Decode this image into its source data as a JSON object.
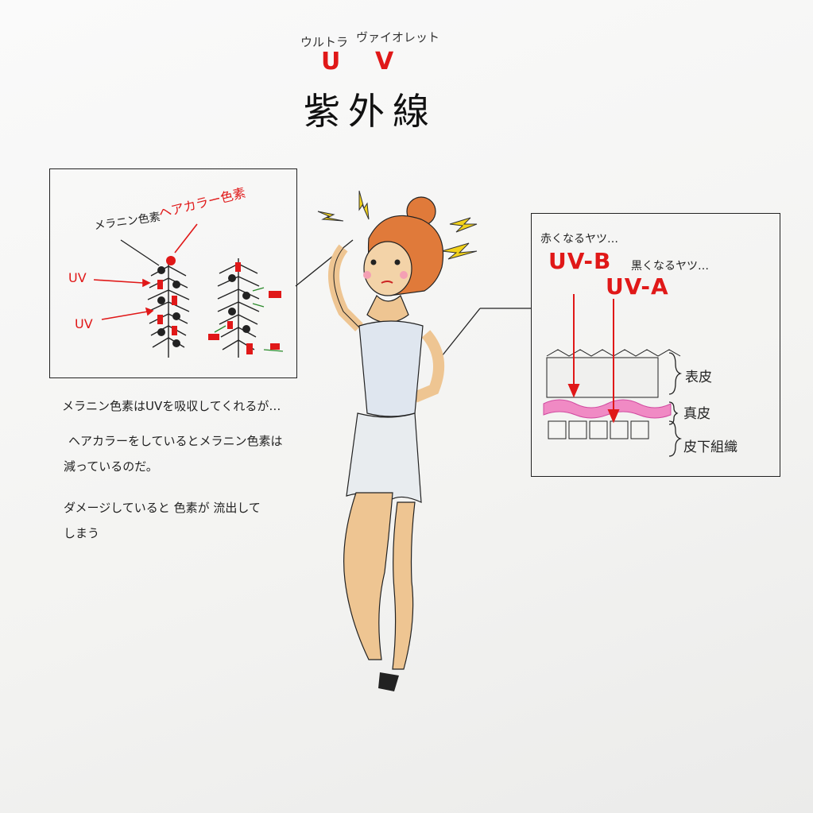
{
  "title": {
    "furigana_u": "ウルトラ",
    "furigana_v": "ヴァイオレット",
    "letter_u": "U",
    "letter_v": "V",
    "kanji": "紫外線"
  },
  "left_panel": {
    "melanin_label": "メラニン色素",
    "hair_color_label": "ヘアカラー色素",
    "uv_label_1": "UV",
    "uv_label_2": "UV"
  },
  "notes": [
    "メラニン色素はUVを吸収してくれるが…",
    "ヘアカラーをしているとメラニン色素は",
    "減っているのだ。",
    "ダメージしていると 色素が 流出して",
    "しまう"
  ],
  "right_panel": {
    "uvb_caption": "赤くなるヤツ…",
    "uvb_label": "UV-B",
    "uva_caption": "黒くなるヤツ…",
    "uva_label": "UV-A",
    "layer_epidermis": "表皮",
    "layer_dermis": "真皮",
    "layer_subcutaneous": "皮下組織"
  },
  "colors": {
    "accent_red": "#e01818",
    "dermis_pink": "#f08ac4",
    "hair_orange": "#e07a3a",
    "skin": "#eec592",
    "dress": "#dfe6ef"
  },
  "icons": [
    "lightning-bolt-icon",
    "uv-ray-arrow-icon"
  ]
}
